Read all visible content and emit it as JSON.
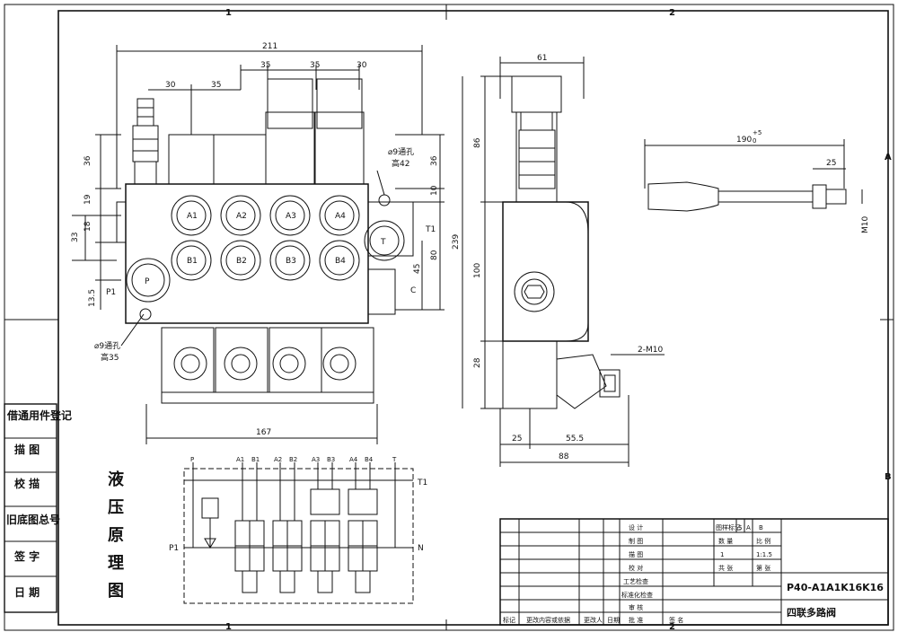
{
  "zones": {
    "col1": "1",
    "col2": "2",
    "rowA": "A",
    "rowB": "B"
  },
  "left_panel": [
    "借通用件登记",
    "描 图",
    "校 描",
    "旧底图总号",
    "签 字",
    "日 期"
  ],
  "front_view": {
    "dims": {
      "overall": "211",
      "d30a": "30",
      "d35a": "35",
      "d35b": "35",
      "d35c": "35",
      "d30b": "30",
      "left36": "36",
      "left19": "19",
      "left18": "18",
      "left33": "33",
      "left13_5": "13.5",
      "right36": "36",
      "right10": "10",
      "right45": "45",
      "right80": "80",
      "bottom167": "167"
    },
    "ports_a": [
      "A1",
      "A2",
      "A3",
      "A4"
    ],
    "ports_b": [
      "B1",
      "B2",
      "B3",
      "B4"
    ],
    "port_p": "P",
    "port_t": "T",
    "label_p1": "P1",
    "label_t1": "T1",
    "label_c": "C",
    "note_top_line1": "⌀9通孔",
    "note_top_line2": "高42",
    "note_bottom_line1": "⌀9通孔",
    "note_bottom_line2": "高35"
  },
  "side_view": {
    "dims": {
      "top61": "61",
      "h86": "86",
      "h239": "239",
      "h100": "100",
      "h28": "28",
      "b25": "25",
      "b55_5": "55.5",
      "b88": "88",
      "m10": "2-M10"
    }
  },
  "handle": {
    "length": "190",
    "tol_upper": "+5",
    "tol_lower": "0",
    "d25": "25",
    "thread": "M10"
  },
  "schematic": {
    "title_chars": [
      "液",
      "压",
      "原",
      "理",
      "图"
    ],
    "top_labels": [
      "P",
      "A1",
      "B1",
      "A2",
      "B2",
      "A3",
      "B3",
      "A4",
      "B4",
      "T"
    ],
    "label_t1": "T1",
    "label_p1": "P1",
    "label_n": "N"
  },
  "title_block": {
    "roles": [
      "设 计",
      "制 图",
      "描 图",
      "校 对",
      "工艺检查",
      "标准化检查",
      "审 核",
      "批 准"
    ],
    "col_heads": [
      "图样标记",
      "S",
      "A",
      "B"
    ],
    "qty_label": "数 量",
    "ratio_label": "比 例",
    "qty_value": "1",
    "ratio_value": "1:1.5",
    "sheet_label": "共 张",
    "page_label": "第 张",
    "rev_cols": [
      "标记",
      "更改内容或依据",
      "更改人",
      "日期",
      "签 名"
    ],
    "drawing_no": "P40-A1A1K16K16",
    "drawing_name": "四联多路阀"
  },
  "colors": {
    "ink": "#111111",
    "paper": "#ffffff"
  }
}
